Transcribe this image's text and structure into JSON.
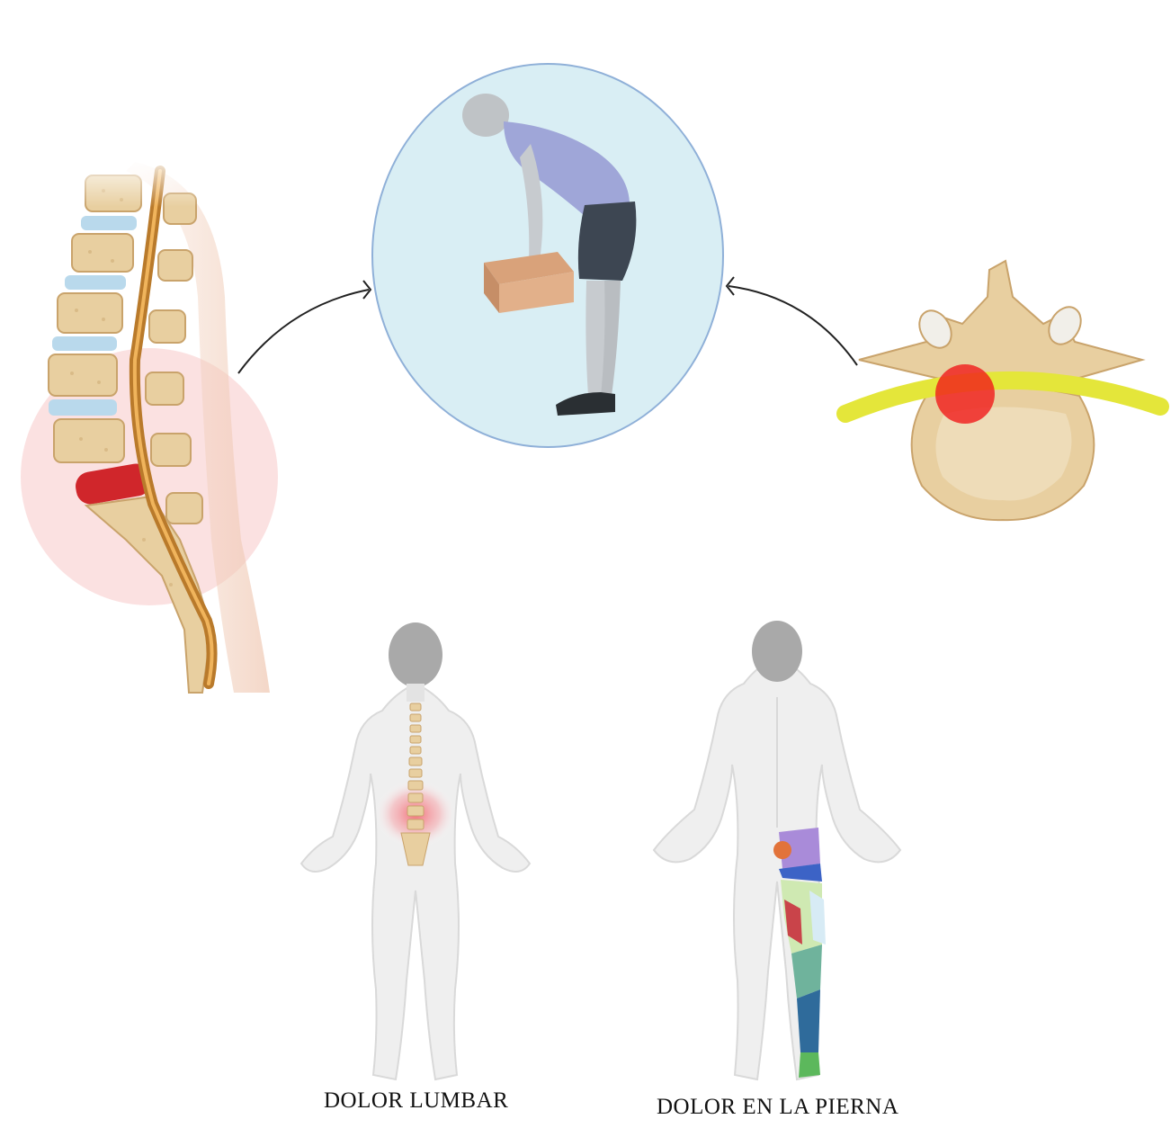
{
  "captions": {
    "lumbar_pain": "DOLOR LUMBAR",
    "leg_pain": "DOLOR EN LA PIERNA"
  },
  "colors": {
    "bone": "#e8cfa0",
    "bone_dark": "#c9a36b",
    "disc": "#b9d9ec",
    "herniation": "#d0262b",
    "inflammation_halo": "#f9d7d7",
    "nerve": "#e4e63a",
    "skin_back": "#efefef",
    "head": "#a9a9a9",
    "circle_fill": "#d9eef4",
    "circle_stroke": "#8fb0d8"
  },
  "icons": [
    "lumbar-spine-sagittal-illustration",
    "person-lifting-box-illustration",
    "vertebra-axial-illustration",
    "back-view-lumbar-pain-figure",
    "back-view-leg-dermatome-figure"
  ]
}
